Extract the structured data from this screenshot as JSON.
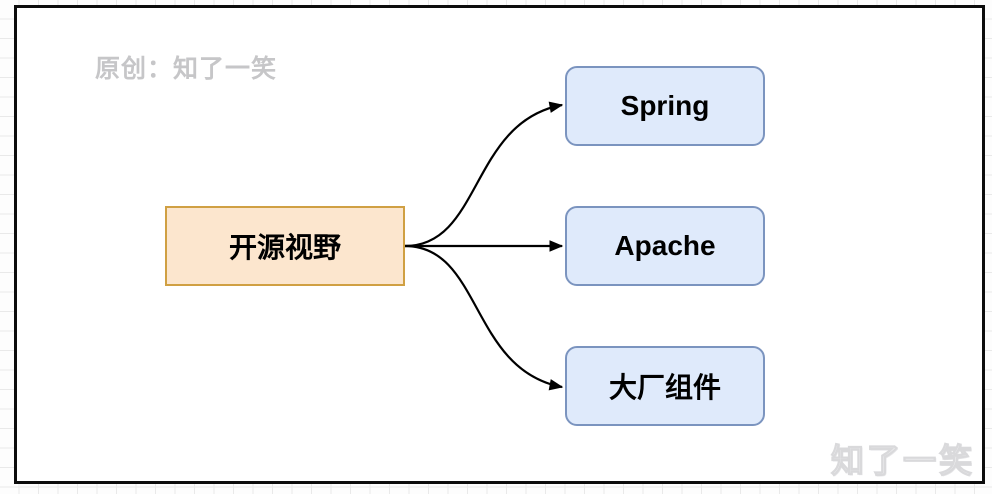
{
  "page": {
    "watermark_top": "原创：知了一笑",
    "watermark_bottom": "知了一笑"
  },
  "diagram": {
    "source": {
      "label": "开源视野"
    },
    "targets": [
      {
        "label": "Spring"
      },
      {
        "label": "Apache"
      },
      {
        "label": "大厂组件"
      }
    ],
    "edges": [
      {
        "from": "开源视野",
        "to": "Spring"
      },
      {
        "from": "开源视野",
        "to": "Apache"
      },
      {
        "from": "开源视野",
        "to": "大厂组件"
      }
    ],
    "colors": {
      "source_fill": "#fce6ce",
      "source_stroke": "#d0a043",
      "target_fill": "#dfeafb",
      "target_stroke": "#7b94bf",
      "edge": "#000000",
      "panel_border": "#0c0c0c",
      "watermark_gray": "#c6c6c8",
      "grid_line": "#e9e9e9"
    }
  }
}
